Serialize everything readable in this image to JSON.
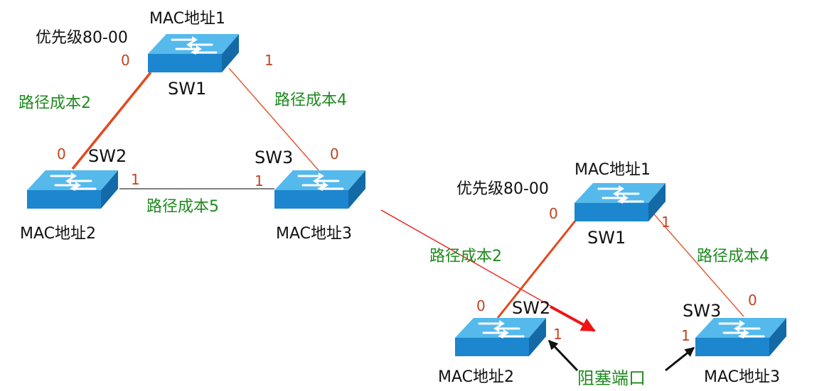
{
  "colors": {
    "link_root": "#e24a1e",
    "link_thin": "#e45c3a",
    "link_gray": "#7f7f7f",
    "arrow_red": "#f01414",
    "arrow_black": "#111111",
    "switch_top": "#55b9ec",
    "switch_side": "#1c86cf",
    "switch_right": "#136aa6",
    "port_label": "#c0431f",
    "cost_label": "#1e8a1e"
  },
  "topology_before": {
    "sw1": {
      "name": "SW1",
      "mac": "MAC地址1",
      "priority": "优先级80-00",
      "port_left": "0",
      "port_right": "1"
    },
    "sw2": {
      "name": "SW2",
      "mac": "MAC地址2",
      "port_up": "0",
      "port_right": "1"
    },
    "sw3": {
      "name": "SW3",
      "mac": "MAC地址3",
      "port_up": "0",
      "port_left": "1"
    },
    "cost_sw1_sw2": "路径成本2",
    "cost_sw1_sw3": "路径成本4",
    "cost_sw2_sw3": "路径成本5"
  },
  "topology_after": {
    "sw1": {
      "name": "SW1",
      "mac": "MAC地址1",
      "priority": "优先级80-00",
      "port_left": "0",
      "port_right": "1"
    },
    "sw2": {
      "name": "SW2",
      "mac": "MAC地址2",
      "port_up": "0",
      "port_right": "1"
    },
    "sw3": {
      "name": "SW3",
      "mac": "MAC地址3",
      "port_up": "0",
      "port_left": "1"
    },
    "cost_sw1_sw2": "路径成本2",
    "cost_sw1_sw3": "路径成本4",
    "blocked_port_label": "阻塞端口"
  }
}
